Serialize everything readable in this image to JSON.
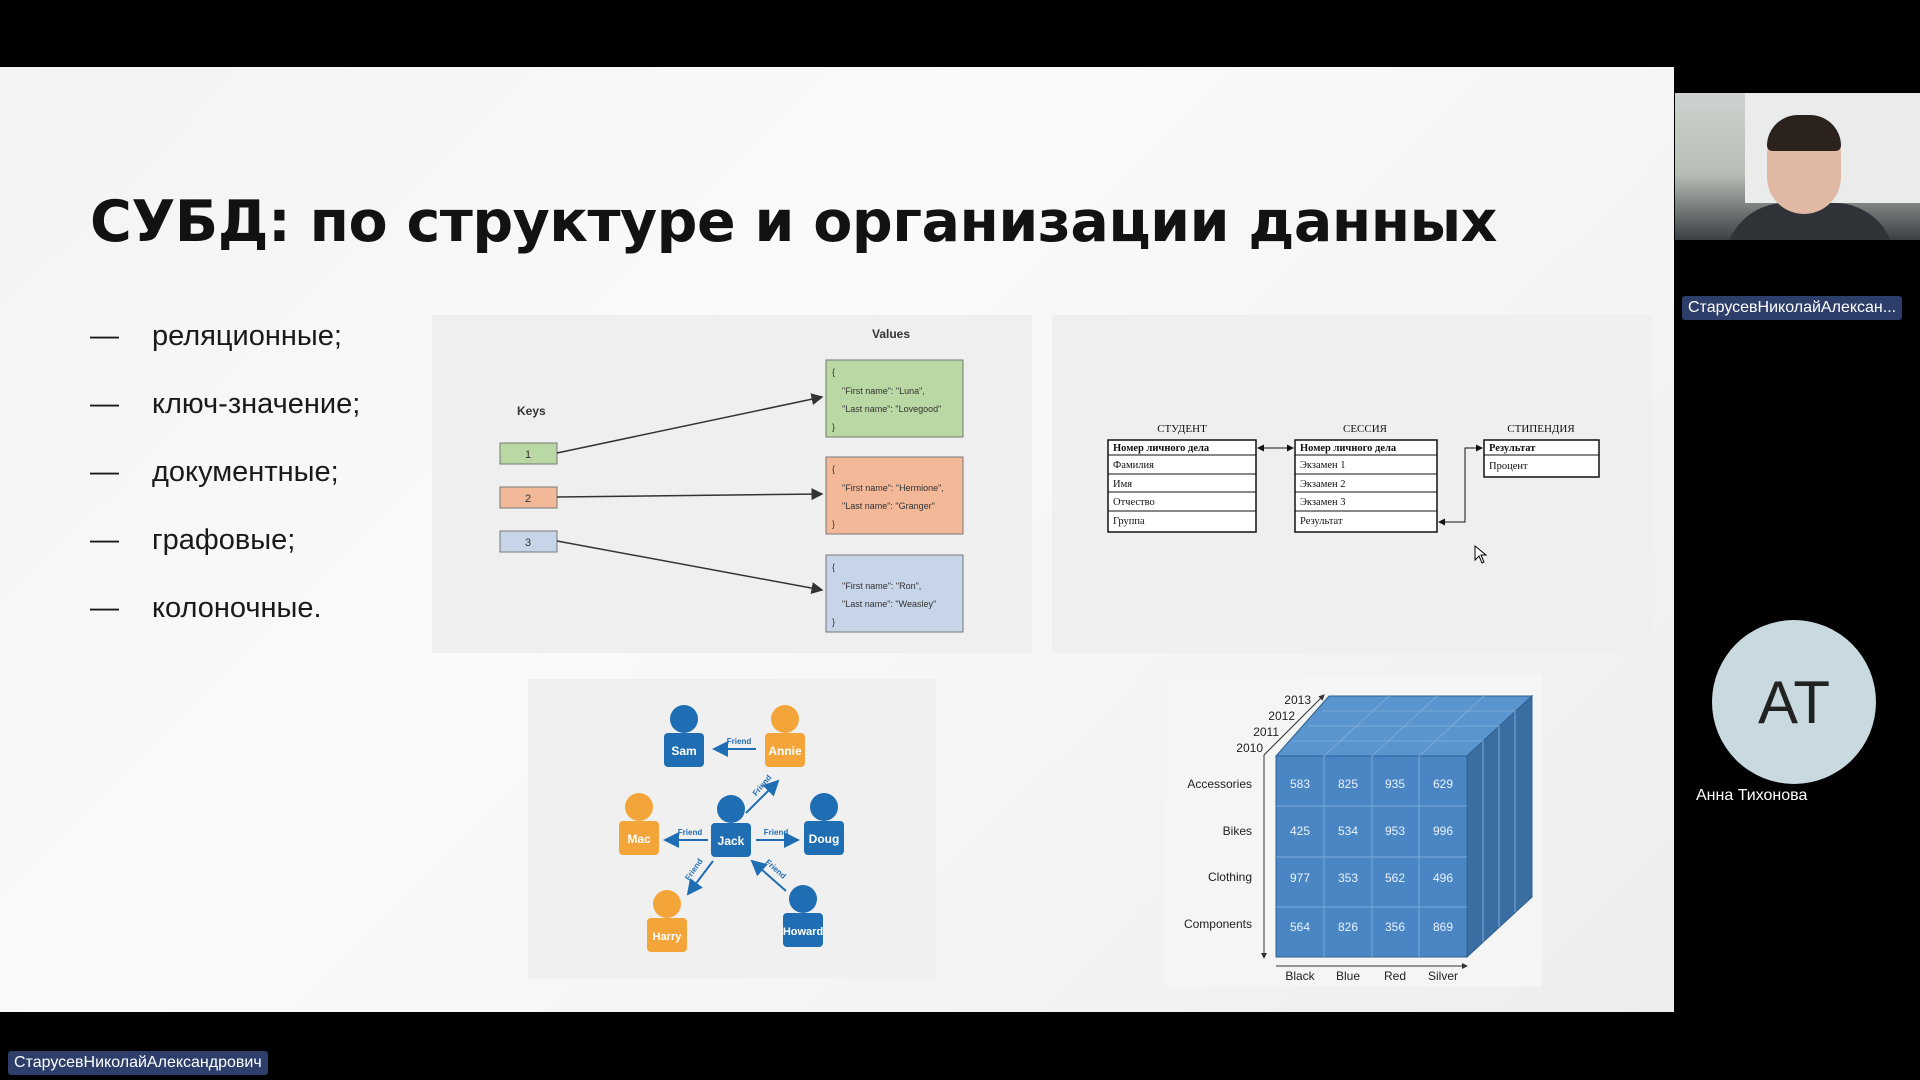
{
  "slide": {
    "title": "СУБД: по структуре и организации данных",
    "bullets": [
      {
        "dash": "—",
        "text": "реляционные;"
      },
      {
        "dash": "—",
        "text": "ключ-значение;"
      },
      {
        "dash": "—",
        "text": "документные;"
      },
      {
        "dash": "—",
        "text": "графовые;"
      },
      {
        "dash": "—",
        "text": "колоночные."
      }
    ]
  },
  "kv_diagram": {
    "keys_label": "Keys",
    "values_label": "Values",
    "keys": [
      "1",
      "2",
      "3"
    ],
    "values": [
      {
        "open": "{",
        "line1": "\"First name\": \"Luna\",",
        "line2": "\"Last name\": \"Lovegood\"",
        "close": "}",
        "color": "#b9d8a3"
      },
      {
        "open": "{",
        "line1": "\"First name\": \"Hermione\",",
        "line2": "\"Last name\": \"Granger\"",
        "close": "}",
        "color": "#f2b898"
      },
      {
        "open": "{",
        "line1": "\"First name\": \"Ron\",",
        "line2": "\"Last name\": \"Weasley\"",
        "close": "}",
        "color": "#c7d5e8"
      }
    ]
  },
  "relational_diagram": {
    "tables": [
      {
        "name": "СТУДЕНТ",
        "fields": [
          "Номер личного дела",
          "Фамилия",
          "Имя",
          "Отчество",
          "Группа"
        ]
      },
      {
        "name": "СЕССИЯ",
        "fields": [
          "Номер личного дела",
          "Экзамен 1",
          "Экзамен 2",
          "Экзамен 3",
          "Результат"
        ]
      },
      {
        "name": "СТИПЕНДИЯ",
        "fields": [
          "Результат",
          "Процент"
        ]
      }
    ]
  },
  "graph_diagram": {
    "people": {
      "sam": "Sam",
      "annie": "Annie",
      "mac": "Mac",
      "jack": "Jack",
      "doug": "Doug",
      "harry": "Harry",
      "howard": "Howard"
    },
    "edge_label": "Friend",
    "colors": {
      "blue": "#1f6db3",
      "orange": "#f4a53a"
    }
  },
  "column_diagram": {
    "years": [
      "2013",
      "2012",
      "2011",
      "2010"
    ],
    "rows": [
      "Accessories",
      "Bikes",
      "Clothing",
      "Components"
    ],
    "columns": [
      "Black",
      "Blue",
      "Red",
      "Silver"
    ],
    "values": [
      [
        "583",
        "825",
        "935",
        "629"
      ],
      [
        "425",
        "534",
        "953",
        "996"
      ],
      [
        "977",
        "353",
        "562",
        "496"
      ],
      [
        "564",
        "826",
        "356",
        "869"
      ]
    ],
    "colors": {
      "front": "#4a86c4",
      "top": "#5a95cf",
      "side": "#3a6ea3"
    }
  },
  "participants": {
    "presenter_tile_name": "СтарусевНиколайАлексан...",
    "presenter_full_name": "СтарусевНиколайАлександрович",
    "avatar_initials": "АТ",
    "avatar_name": "Анна Тихонова"
  }
}
